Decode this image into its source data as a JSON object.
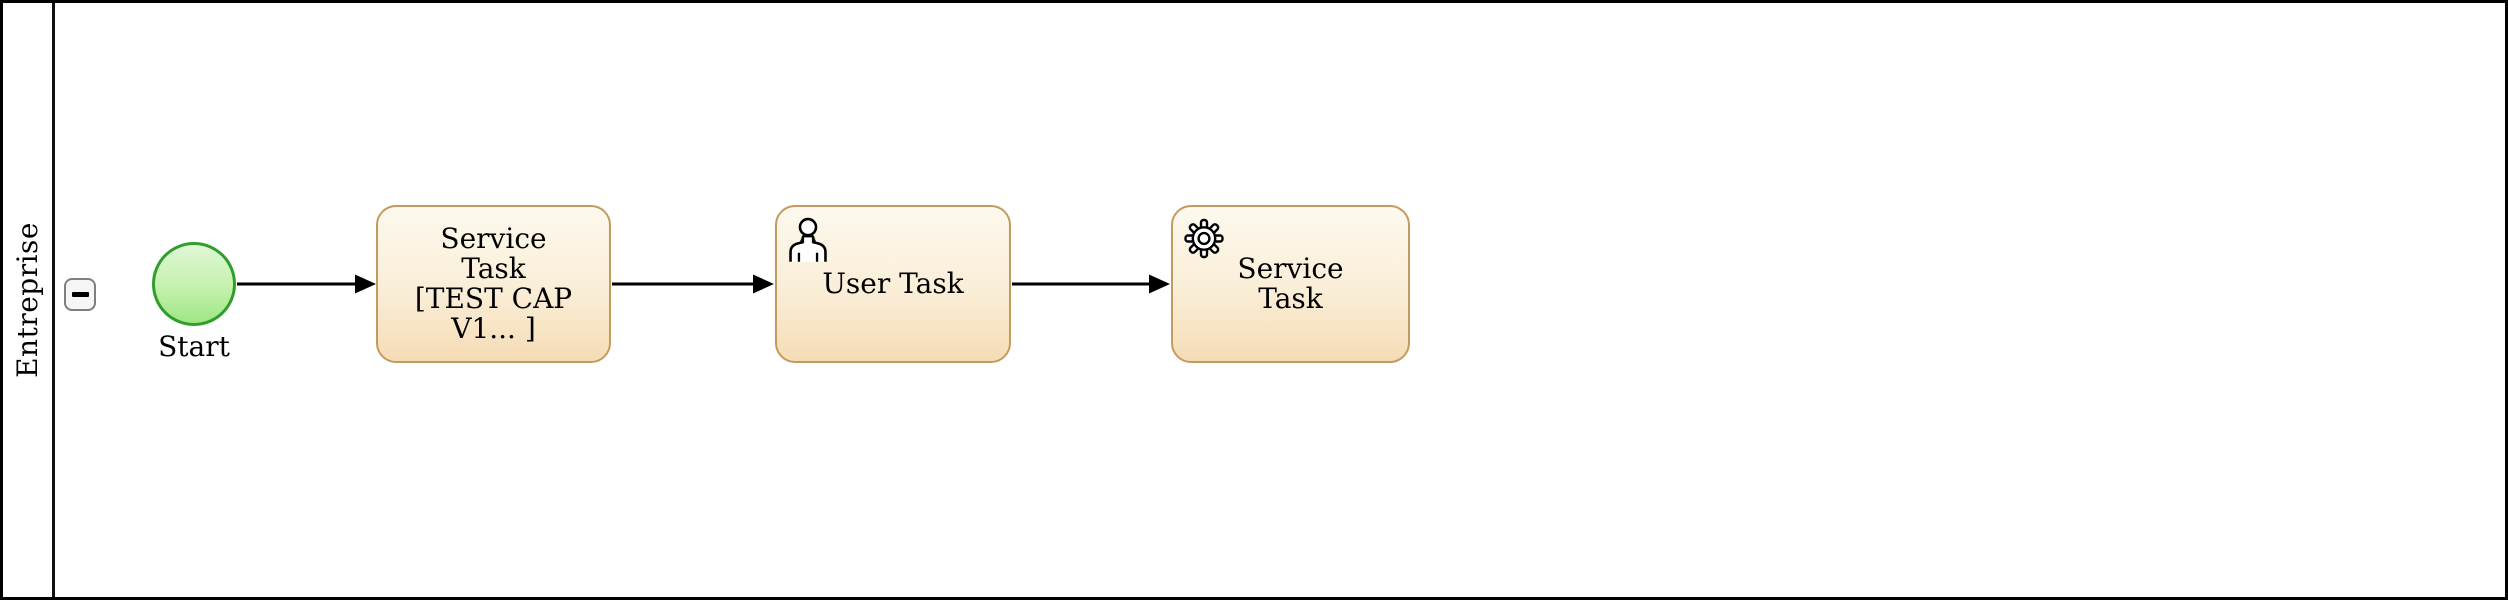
{
  "pool": {
    "lane_label": "Entreprise",
    "collapse_icon": "minus-icon"
  },
  "diagram": {
    "start_event": {
      "label": "Start"
    },
    "tasks": [
      {
        "name": "service-task-1",
        "icon": null,
        "lines": [
          "Service",
          "Task",
          "[TEST CAP",
          "V1... ]"
        ]
      },
      {
        "name": "user-task",
        "icon": "user-icon",
        "lines": [
          "User Task"
        ]
      },
      {
        "name": "service-task-2",
        "icon": "gear-icon",
        "lines": [
          "Service",
          "Task"
        ]
      }
    ],
    "flows": [
      {
        "from": "start-event",
        "to": "service-task-1"
      },
      {
        "from": "service-task-1",
        "to": "user-task"
      },
      {
        "from": "user-task",
        "to": "service-task-2"
      }
    ]
  },
  "colors": {
    "task_border": "#c49b5e",
    "task_fill_top": "#fdf9ee",
    "task_fill_bottom": "#f5dcb6",
    "event_border": "#2f9e2a",
    "event_fill_top": "#e0f7d6",
    "event_fill_bottom": "#9de784",
    "flow_line": "#000000",
    "collapse_button_border": "#7f7f7f",
    "collapse_button_fill": "#f6f6f6",
    "canvas_border": "#000000"
  }
}
